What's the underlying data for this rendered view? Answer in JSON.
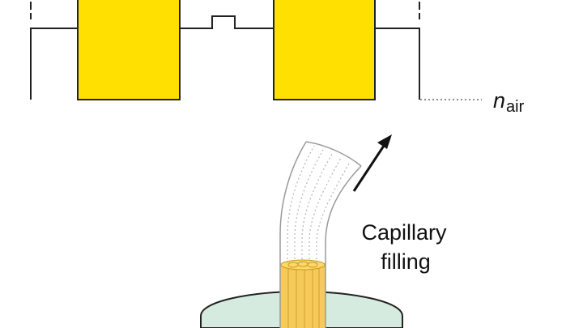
{
  "labels": {
    "n_symbol": "n",
    "n_subscript": "air",
    "process_line1": "Capillary",
    "process_line2": "filling"
  },
  "colors": {
    "high_index": "#FFE000",
    "profile_line": "#222222",
    "fiber_outline": "#9a9a9a",
    "reservoir_fill": "#d6ebdf",
    "reservoir_stroke": "#222222",
    "liquid_fill": "#f5c95a",
    "arrow": "#111111"
  }
}
